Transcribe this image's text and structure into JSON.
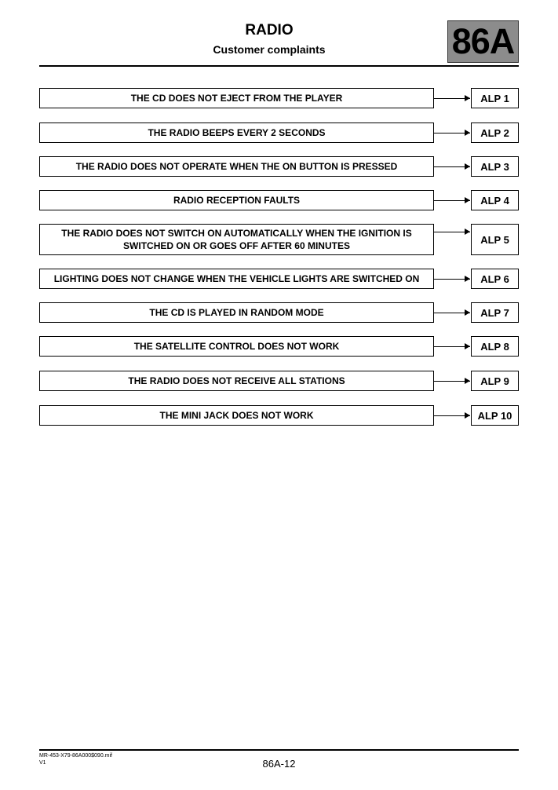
{
  "header": {
    "title": "RADIO",
    "subtitle": "Customer complaints",
    "section_badge": "86A"
  },
  "complaints": [
    {
      "text": "THE CD DOES NOT EJECT FROM THE PLAYER",
      "alp": "ALP 1"
    },
    {
      "text": "THE RADIO BEEPS EVERY 2 SECONDS",
      "alp": "ALP 2"
    },
    {
      "text": "THE RADIO DOES NOT OPERATE WHEN THE ON BUTTON IS PRESSED",
      "alp": "ALP 3"
    },
    {
      "text": "RADIO RECEPTION FAULTS",
      "alp": "ALP 4"
    },
    {
      "text": "THE RADIO DOES NOT SWITCH ON AUTOMATICALLY WHEN THE IGNITION IS SWITCHED ON OR GOES OFF AFTER 60 MINUTES",
      "alp": "ALP 5"
    },
    {
      "text": "LIGHTING DOES NOT CHANGE WHEN THE VEHICLE LIGHTS ARE SWITCHED ON",
      "alp": "ALP 6"
    },
    {
      "text": "THE CD IS PLAYED IN RANDOM MODE",
      "alp": "ALP 7"
    },
    {
      "text": "THE SATELLITE CONTROL DOES NOT WORK",
      "alp": "ALP 8"
    },
    {
      "text": "THE RADIO DOES NOT RECEIVE ALL STATIONS",
      "alp": "ALP 9"
    },
    {
      "text": "THE MINI JACK DOES NOT WORK",
      "alp": "ALP 10"
    }
  ],
  "footer": {
    "doc_ref": "MR-453-X79-86A000$090.mif",
    "version": "V1",
    "page_number": "86A-12"
  }
}
